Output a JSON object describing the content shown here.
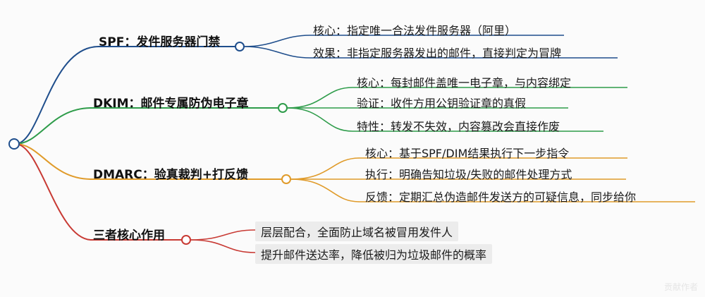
{
  "mindmap": {
    "colors": {
      "root": "#1f4e8c",
      "spf": "#1f4e8c",
      "dkim": "#2e9c4a",
      "dmarc": "#e09b2a",
      "summary": "#c83a34"
    },
    "branches": [
      {
        "title": "SPF：发件服务器门禁",
        "leaves": [
          "核心：指定唯一合法发件服务器（阿里）",
          "效果：非指定服务器发出的邮件，直接判定为冒牌"
        ]
      },
      {
        "title": "DKIM：邮件专属防伪电子章",
        "leaves": [
          "核心：每封邮件盖唯一电子章，与内容绑定",
          "验证：收件方用公钥验证章的真假",
          "特性：转发不失效，内容篡改会直接作废"
        ]
      },
      {
        "title": "DMARC：验真裁判+打反馈",
        "leaves": [
          "核心：基于SPF/DIM结果执行下一步指令",
          "执行：明确告知垃圾/失败的邮件处理方式",
          "反馈：定期汇总伪造邮件发送方的可疑信息，同步给你"
        ]
      },
      {
        "title": "三者核心作用",
        "leaves": [
          "层层配合，全面防止域名被冒用发件人",
          "提升邮件送达率，降低被归为垃圾邮件的概率"
        ]
      }
    ],
    "watermark": "贡献作者"
  }
}
